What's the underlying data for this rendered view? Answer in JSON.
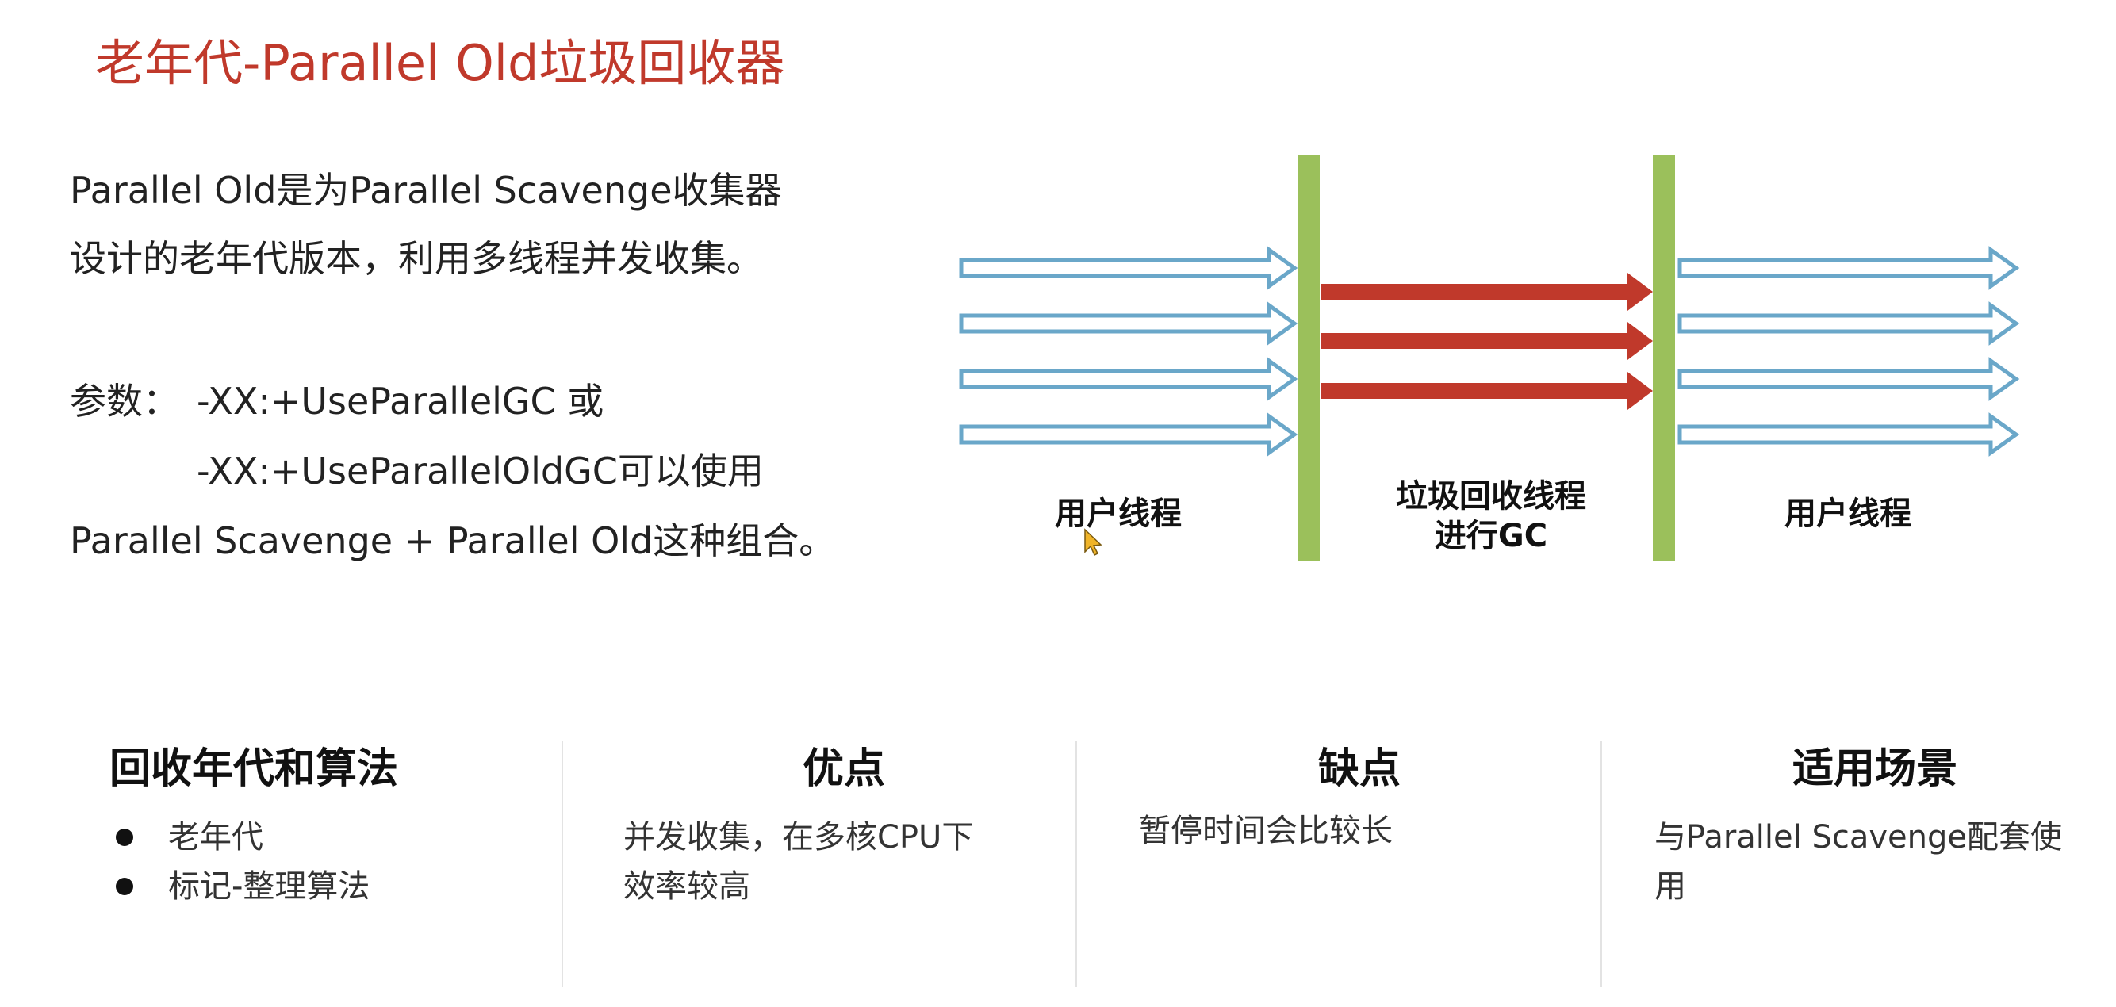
{
  "title": "老年代-Parallel Old垃圾回收器",
  "intro": {
    "line1": "Parallel Old是为Parallel Scavenge收集器",
    "line2": "设计的老年代版本，利用多线程并发收集。",
    "param_label": "参数：",
    "param_opt1": "-XX:+UseParallelGC  或",
    "param_opt2": "-XX:+UseParallelOldGC可以使用",
    "line_combo": "Parallel Scavenge + Parallel Old这种组合。"
  },
  "diagram": {
    "left_label": "用户线程",
    "middle_label_1": "垃圾回收线程",
    "middle_label_2": "进行GC",
    "right_label": "用户线程",
    "colors": {
      "user_arrow": "#6aa7c9",
      "gc_arrow": "#c0392b",
      "safepoint_bar": "#9bc05b"
    }
  },
  "columns": {
    "generation": {
      "heading": "回收年代和算法",
      "bullets": [
        "老年代",
        "标记-整理算法"
      ]
    },
    "pros": {
      "heading": "优点",
      "line1": "并发收集，在多核CPU下",
      "line2": "效率较高"
    },
    "cons": {
      "heading": "缺点",
      "line1": "暂停时间会比较长"
    },
    "scenario": {
      "heading": "适用场景",
      "line1": "与Parallel Scavenge配套使",
      "line2": "用"
    }
  },
  "colors": {
    "title": "#c0392b",
    "divider": "#e3e3e3"
  }
}
